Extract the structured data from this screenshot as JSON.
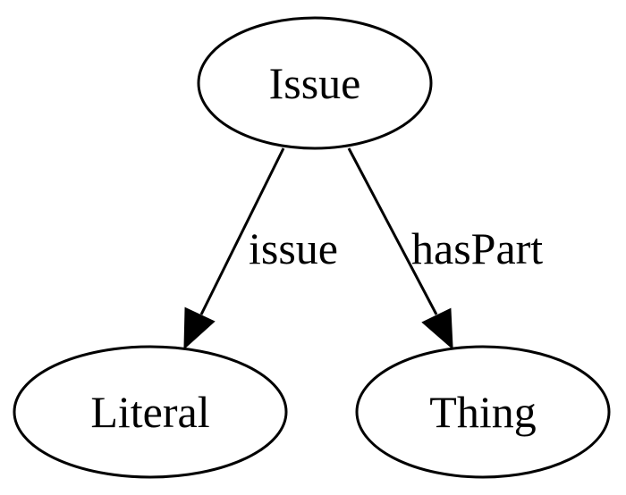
{
  "graph": {
    "nodes": [
      {
        "id": "issue-node",
        "label": "Issue"
      },
      {
        "id": "literal-node",
        "label": "Literal"
      },
      {
        "id": "thing-node",
        "label": "Thing"
      }
    ],
    "edges": [
      {
        "from": "Issue",
        "to": "Literal",
        "label": "issue"
      },
      {
        "from": "Issue",
        "to": "Thing",
        "label": "hasPart"
      }
    ]
  }
}
